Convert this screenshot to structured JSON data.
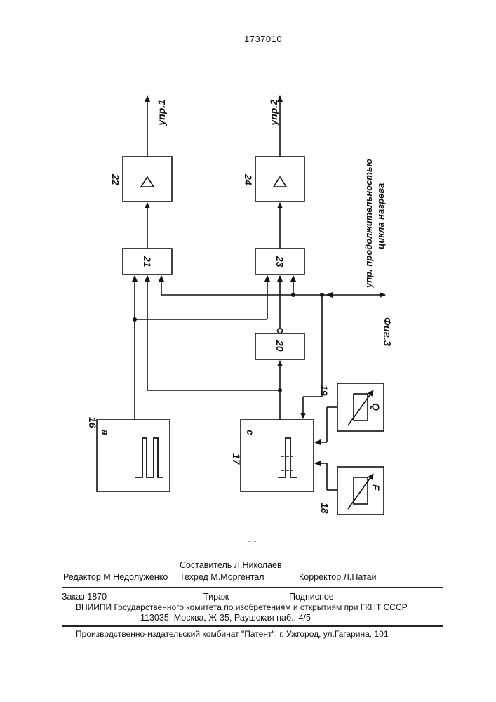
{
  "patent_number": "1737010",
  "figure": {
    "caption": "Фиг.3",
    "blocks": {
      "b16": {
        "num": "16",
        "letter": "a"
      },
      "b17": {
        "num": "17",
        "letter": "c"
      },
      "b18": {
        "num": "18",
        "letter": "F"
      },
      "b19": {
        "num": "19",
        "letter": "Q"
      },
      "b20": {
        "num": "20"
      },
      "b21": {
        "num": "21"
      },
      "b22": {
        "num": "22"
      },
      "b23": {
        "num": "23"
      },
      "b24": {
        "num": "24"
      }
    },
    "outputs": {
      "out1": "упр.1",
      "out2": "упр.2",
      "cycle_line1": "упр. продолжительностью",
      "cycle_line2": "цикла нагрева"
    }
  },
  "colophon": {
    "editor": "Редактор  М.Недолуженко",
    "compiler": "Составитель  Л.Николаев",
    "techred": "Техред М.Моргентал",
    "corrector": "Корректор   Л.Патай",
    "order": "Заказ  1870",
    "circulation": "Тираж",
    "subscription": "Подписное",
    "vniipi": "ВНИИПИ Государственного комитета по изобретениям и открытиям при ГКНТ СССР",
    "address": "113035, Москва, Ж-35, Раушская наб., 4/5",
    "publisher": "Производственно-издательский комбинат \"Патент\", г. Ужгород, ул.Гагарина, 101"
  }
}
